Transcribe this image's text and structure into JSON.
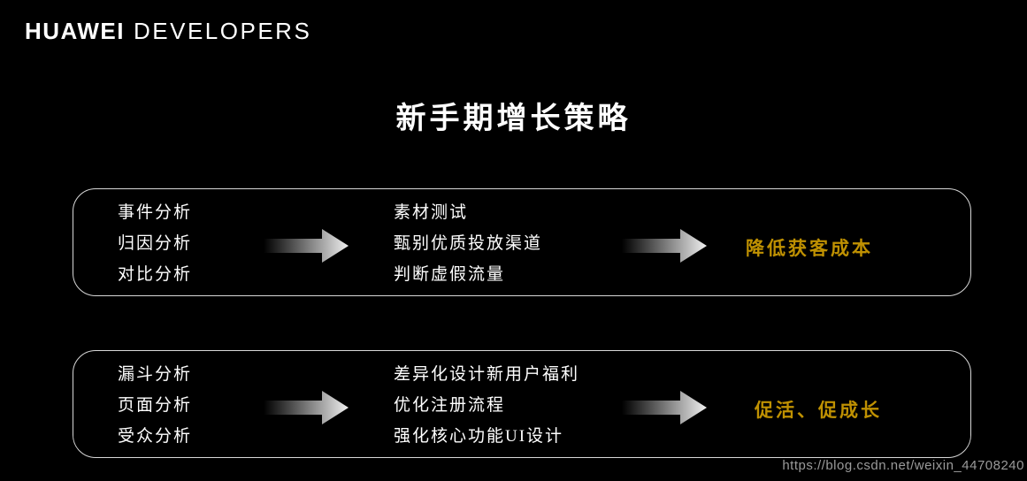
{
  "logo": {
    "brand": "HUAWEI",
    "suffix": "DEVELOPERS"
  },
  "title": "新手期增长策略",
  "panels": [
    {
      "analyses": [
        "事件分析",
        "归因分析",
        "对比分析"
      ],
      "tactics": [
        "素材测试",
        "甄别优质投放渠道",
        "判断虚假流量"
      ],
      "outcome": "降低获客成本"
    },
    {
      "analyses": [
        "漏斗分析",
        "页面分析",
        "受众分析"
      ],
      "tactics": [
        "差异化设计新用户福利",
        "优化注册流程",
        "强化核心功能UI设计"
      ],
      "outcome": "促活、促成长"
    }
  ],
  "watermark": "https://blog.csdn.net/weixin_44708240",
  "colors": {
    "background": "#000000",
    "text": "#ffffff",
    "accent_gold": "#bf9102",
    "panel_border": "#d8d8d8",
    "arrow_gradient_start": "#000000",
    "arrow_gradient_end": "#f0f0f0",
    "watermark_gray": "#9a9a9a"
  }
}
